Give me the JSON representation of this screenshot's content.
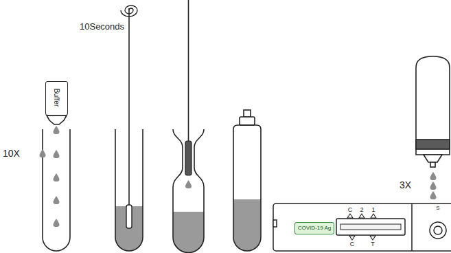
{
  "diagram": {
    "nodes": [
      {
        "text": [
          "Buffer"
        ]
      },
      {
        "text": [
          "COVID-19 Ag"
        ]
      }
    ],
    "labels": [
      "10Seconds",
      "10X",
      "3X",
      "C",
      "2",
      "1",
      "C",
      "T",
      "S"
    ]
  }
}
